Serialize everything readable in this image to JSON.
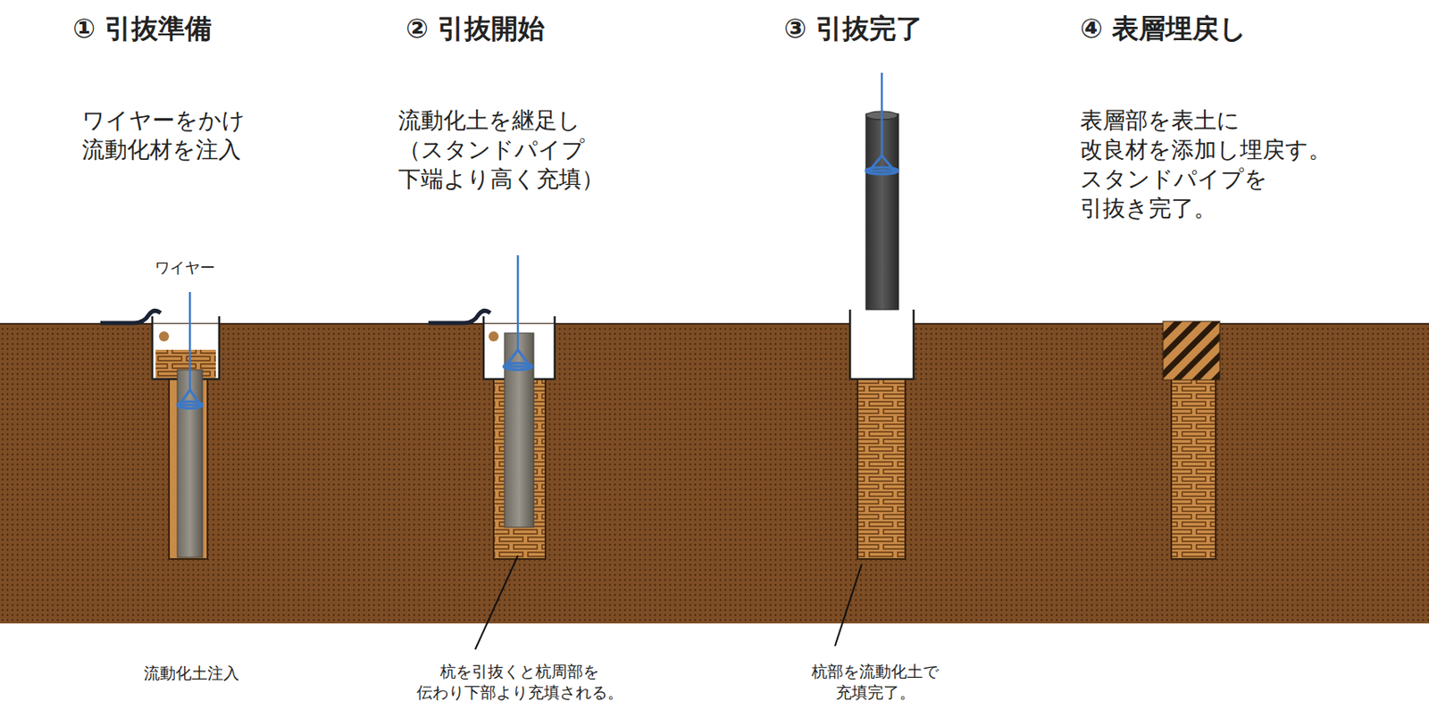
{
  "diagram": {
    "labels": [
      "① 引抜準備",
      "ワイヤーをかけ 流動化材を注入",
      "ワイヤー",
      "流動化土注入",
      "② 引抜開始",
      "流動化土を継足し （スタンドパイプ 下端より高く充填）",
      "杭を引抜くと杭周部を 伝わり下部より充填される。",
      "③ 引抜完了",
      "杭部を流動化土で 充填完了。",
      "④ 表層埋戻し",
      "表層部を表土に 改良材を添加し埋戻す。 スタンドパイプを 引抜き完了。"
    ]
  }
}
